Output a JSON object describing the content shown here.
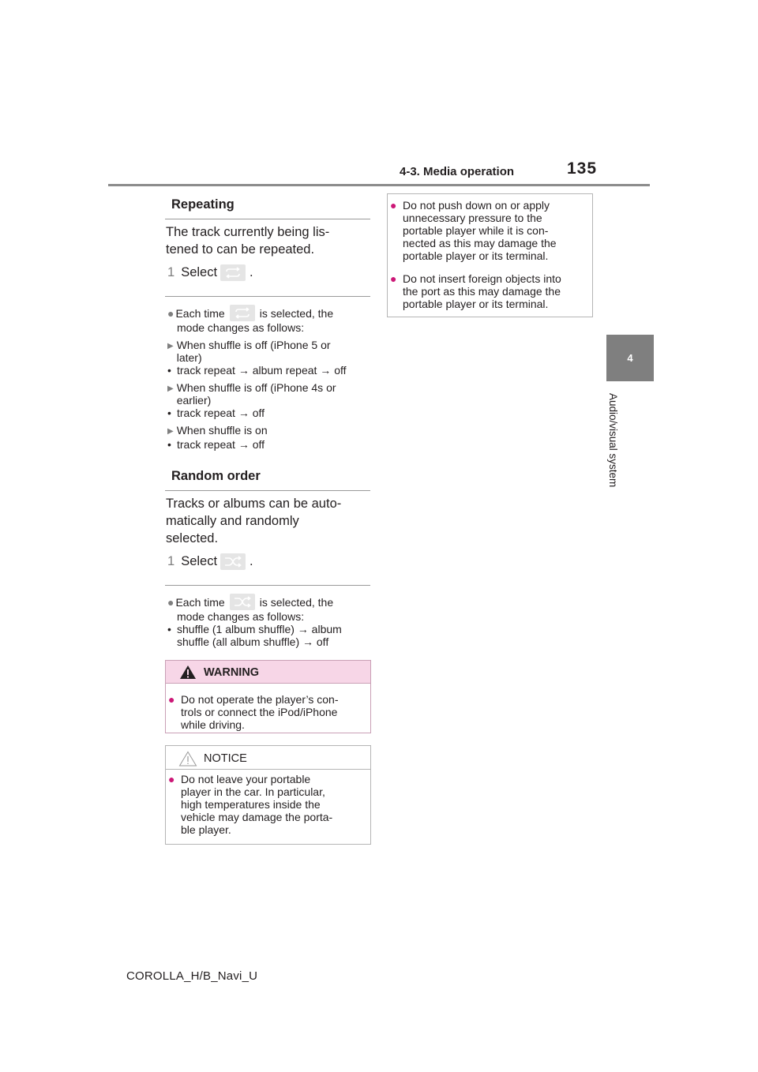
{
  "header": {
    "section": "4-3. Media operation",
    "page_number": "135"
  },
  "sidebar": {
    "chapter_number": "4",
    "chapter_title": "Audio/visual system"
  },
  "repeating": {
    "heading": "Repeating",
    "intro_lines": [
      "The track currently being lis-",
      "tened to can be repeated."
    ],
    "step_number": "1",
    "step_text": "Select",
    "step_end": ".",
    "note_start": "Each time",
    "note_end": "is selected, the",
    "note_line2": "mode changes as follows:",
    "cases": [
      {
        "condition": [
          "When shuffle is off (iPhone 5 or",
          "later)"
        ],
        "sequence": "track repeat → album repeat → off"
      },
      {
        "condition": [
          "When shuffle is off (iPhone 4s or",
          "earlier)"
        ],
        "sequence": "track repeat → off"
      },
      {
        "condition": [
          "When shuffle is on"
        ],
        "sequence": "track repeat → off"
      }
    ]
  },
  "random": {
    "heading": "Random order",
    "intro_lines": [
      "Tracks or albums can be auto-",
      "matically and randomly",
      "selected."
    ],
    "step_number": "1",
    "step_text": "Select",
    "step_end": ".",
    "note_start": "Each time",
    "note_end": "is selected, the",
    "note_line2": "mode changes as follows:",
    "sequence_lines": [
      "shuffle (1 album shuffle) → album",
      "shuffle (all album shuffle) → off"
    ]
  },
  "warning": {
    "label": "WARNING",
    "lines": [
      "Do not operate the player’s con-",
      "trols or connect the iPod/iPhone",
      "while driving."
    ]
  },
  "notice": {
    "label": "NOTICE",
    "lines": [
      "Do not leave your portable",
      "player in the car. In particular,",
      "high temperatures inside the",
      "vehicle may damage the porta-",
      "ble player."
    ]
  },
  "notice_continued": [
    {
      "lines": [
        "Do not push down on or apply",
        "unnecessary pressure to the",
        "portable player while it is con-",
        "nected as this may damage the",
        "portable player or its terminal."
      ]
    },
    {
      "lines": [
        "Do not insert foreign objects into",
        "the port as this may damage the",
        "portable player or its terminal."
      ]
    }
  ],
  "footer": "COROLLA_H/B_Navi_U",
  "icons": {
    "repeat": "repeat-icon",
    "shuffle": "shuffle-icon",
    "warning": "warning-triangle-icon",
    "notice": "notice-triangle-icon",
    "bullet": "●",
    "pointer": "▶"
  },
  "colors": {
    "rule": "#8c8c8c",
    "tab": "#7f7f7f",
    "warning_bg": "#f7d6e7",
    "warning_bullet": "#cc1877"
  }
}
